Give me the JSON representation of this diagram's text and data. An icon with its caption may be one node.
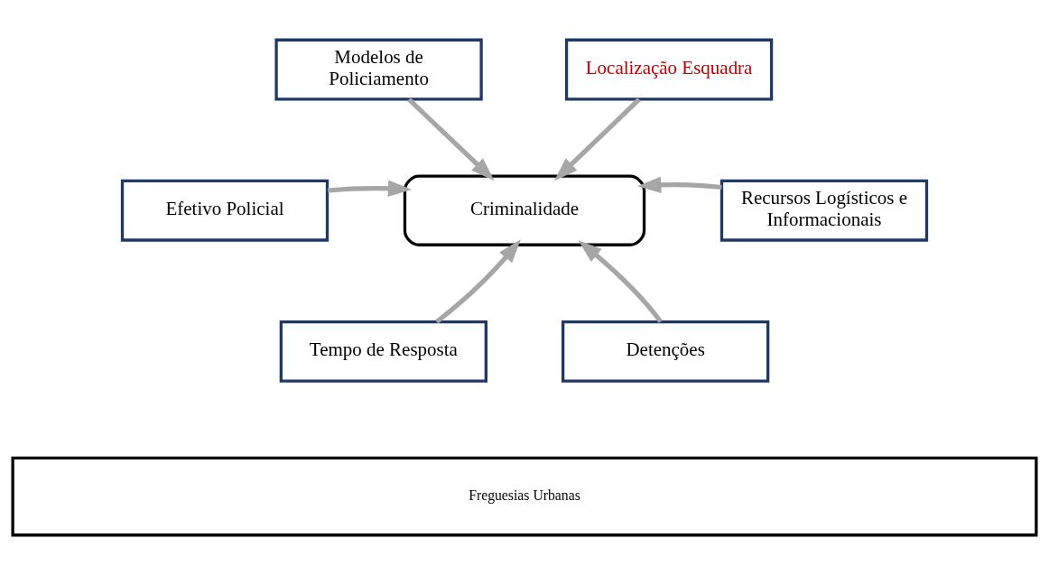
{
  "diagram": {
    "nodes": [
      {
        "text": [
          "Modelos de Policiamento"
        ]
      },
      {
        "text": [
          "Localização Esquadra"
        ]
      },
      {
        "text": [
          "Efetivo Policial"
        ]
      },
      {
        "text": [
          "Criminalidade"
        ]
      },
      {
        "text": [
          "Recursos Logísticos e Informacionais"
        ]
      },
      {
        "text": [
          "Tempo de Resposta"
        ]
      },
      {
        "text": [
          "Detenções"
        ]
      },
      {
        "text": [
          "Freguesias Urbanas"
        ]
      }
    ],
    "edges": [
      {
        "from": 0,
        "to": 3,
        "arrow": "to"
      },
      {
        "from": 1,
        "to": 3,
        "arrow": "to"
      },
      {
        "from": 2,
        "to": 3,
        "arrow": "to"
      },
      {
        "from": 4,
        "to": 3,
        "arrow": "to"
      },
      {
        "from": 5,
        "to": 3,
        "arrow": "to"
      },
      {
        "from": 6,
        "to": 3,
        "arrow": "to"
      }
    ]
  }
}
